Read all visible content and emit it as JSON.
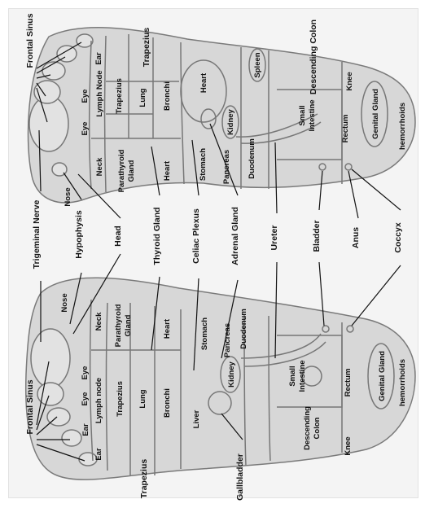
{
  "colors": {
    "foot_fill": "#d7d7d7",
    "outline": "#7a7a7a",
    "text": "#111111"
  },
  "labels": {
    "frontal_sinus": "Frontal Sinus",
    "trapezius": "Trapezius",
    "ear": "Ear",
    "eye": "Eye",
    "lymph_node_upper": "Lymph Node",
    "lymph_node_lower": "Lymph node",
    "lung": "Lung",
    "bronchi": "Bronchi",
    "heart": "Heart",
    "spleen": "Spleen",
    "descending_colon": "Descending Colon",
    "descending": "Descending",
    "colon": "Colon",
    "knee": "Knee",
    "genital_gland": "Genital Gland",
    "hemorrhoids": "hemorrhoids",
    "neck": "Neck",
    "parathyroid": "Parathyroid",
    "gland": "Gland",
    "nose": "Nose",
    "stomach": "Stomach",
    "pancreas": "Pancreas",
    "kidney": "Kidney",
    "duodenum": "Duodenum",
    "small": "Small",
    "intestine": "Intestine",
    "rectum": "Rectum",
    "liver": "Liver",
    "trigeminal_nerve": "Trigeminal Nerve",
    "hypophysis": "Hypophysis",
    "head": "Head",
    "thyroid_gland": "Thyroid Gland",
    "celiac_plexus": "Celiac Plexus",
    "adrenal_gland": "Adrenal Gland",
    "ureter": "Ureter",
    "bladder": "Bladder",
    "anus": "Anus",
    "coccyx": "Coccyx",
    "gallbladder": "Gallbladder"
  }
}
